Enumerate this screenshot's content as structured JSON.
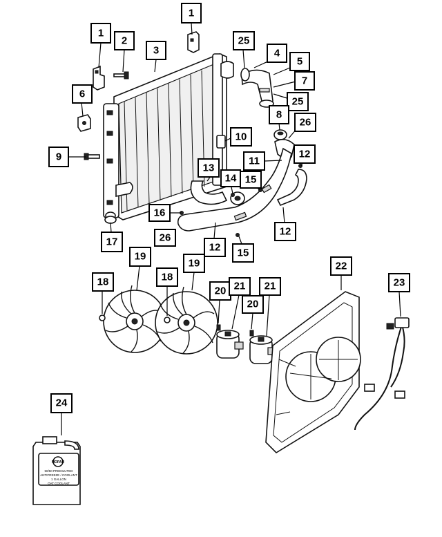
{
  "callouts": [
    {
      "label": "1"
    },
    {
      "label": "1"
    },
    {
      "label": "2"
    },
    {
      "label": "3"
    },
    {
      "label": "25"
    },
    {
      "label": "4"
    },
    {
      "label": "5"
    },
    {
      "label": "7"
    },
    {
      "label": "25"
    },
    {
      "label": "6"
    },
    {
      "label": "8"
    },
    {
      "label": "26"
    },
    {
      "label": "10"
    },
    {
      "label": "9"
    },
    {
      "label": "12"
    },
    {
      "label": "11"
    },
    {
      "label": "13"
    },
    {
      "label": "14"
    },
    {
      "label": "15"
    },
    {
      "label": "16"
    },
    {
      "label": "12"
    },
    {
      "label": "26"
    },
    {
      "label": "12"
    },
    {
      "label": "17"
    },
    {
      "label": "15"
    },
    {
      "label": "19"
    },
    {
      "label": "19"
    },
    {
      "label": "22"
    },
    {
      "label": "18"
    },
    {
      "label": "18"
    },
    {
      "label": "20"
    },
    {
      "label": "21"
    },
    {
      "label": "21"
    },
    {
      "label": "20"
    },
    {
      "label": "23"
    },
    {
      "label": "24"
    }
  ],
  "jug_label": {
    "brand": "MOPAR",
    "line1": "50/50 PREDILUTED",
    "line2": "ANTIFREEZE / COOLANT",
    "line3": "1 GALLON",
    "line4": "OAT COOLANT"
  }
}
